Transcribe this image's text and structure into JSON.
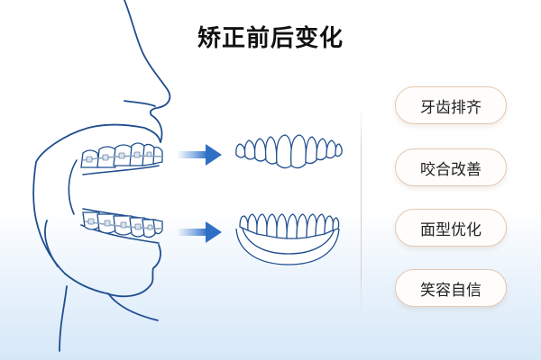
{
  "title": "矫正前后变化",
  "benefits": [
    {
      "label": "牙齿排齐"
    },
    {
      "label": "咬合改善"
    },
    {
      "label": "面型优化"
    },
    {
      "label": "笑容自信"
    }
  ],
  "colors": {
    "line": "#1f4e8f",
    "arrow": "#3b7dd0",
    "pill_border": "#e3c8b2",
    "bracket": "#8aa7c2"
  },
  "icons": [
    "face-profile-icon",
    "braces-teeth-icon",
    "straight-teeth-icon",
    "arrow-right-icon"
  ]
}
